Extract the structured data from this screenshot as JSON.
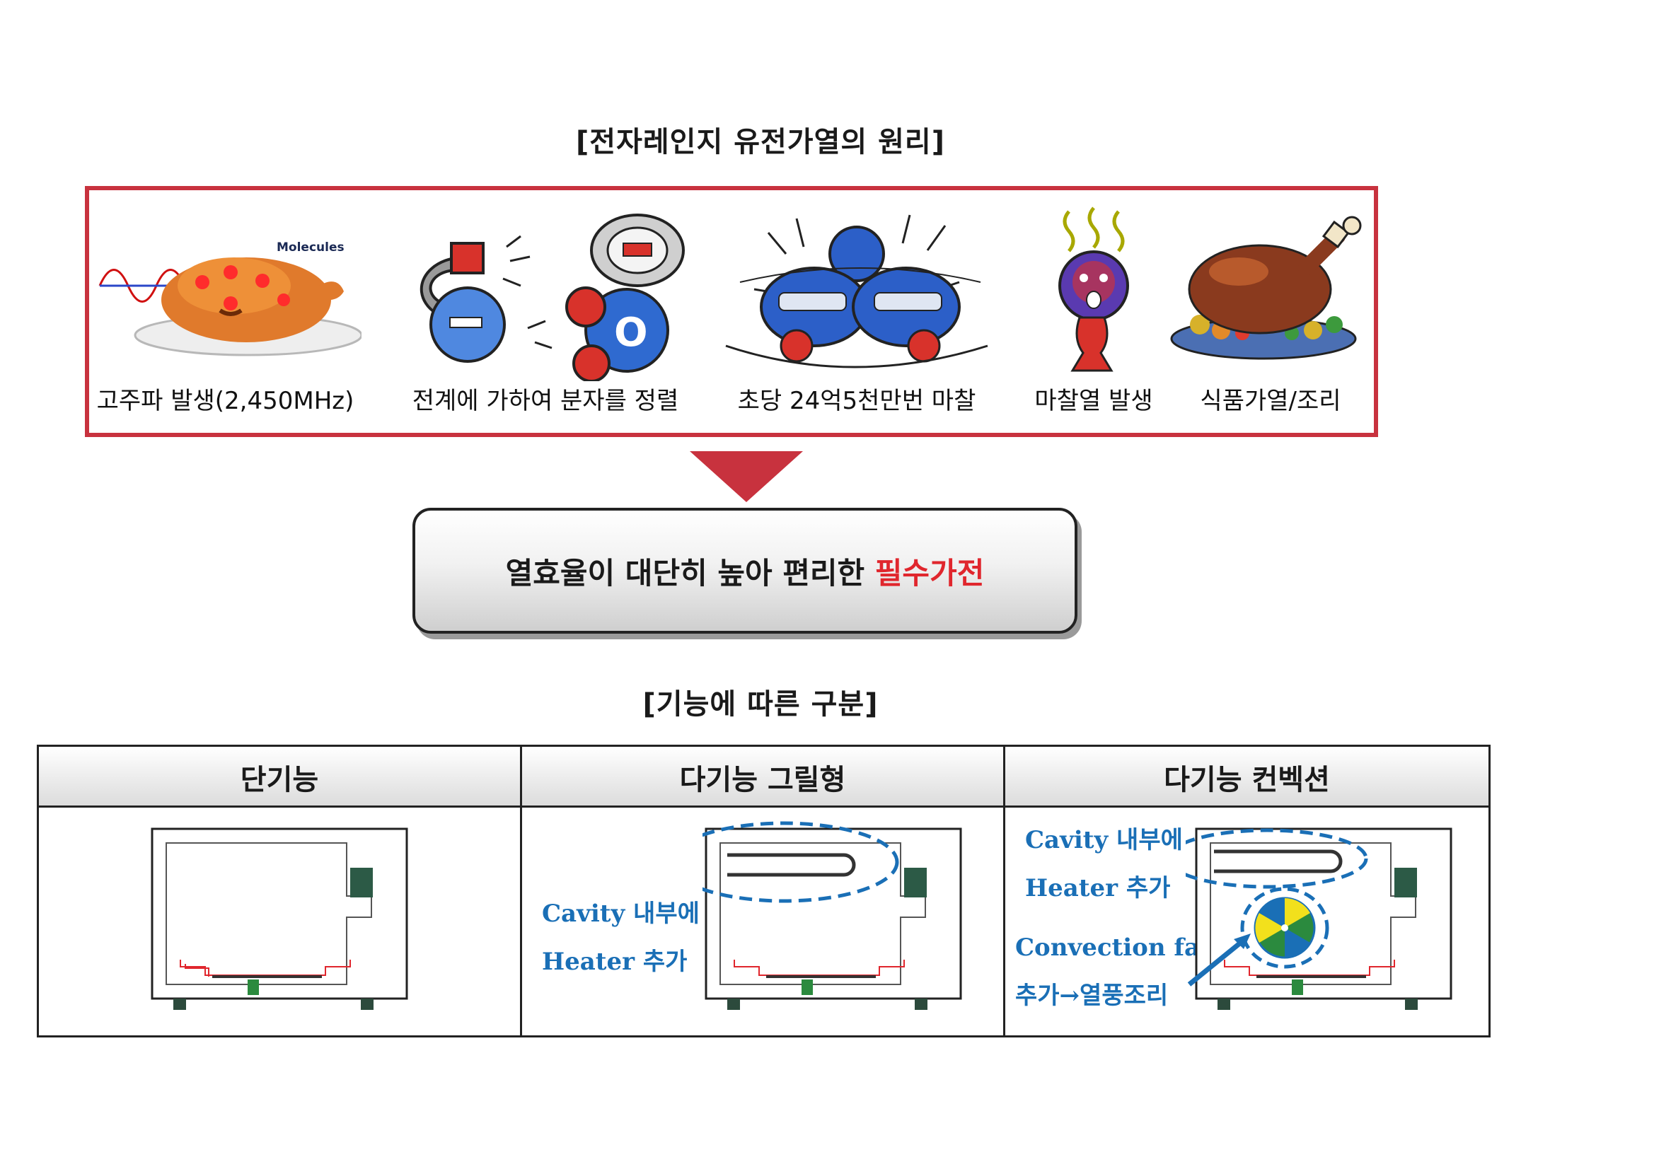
{
  "title_principle": "[전자레인지 유전가열의 원리]",
  "principle_steps": [
    {
      "label": "고주파 발생(2,450MHz)",
      "image_text": "Molecules"
    },
    {
      "label": "전계에 가하여 분자를 정렬"
    },
    {
      "label": "초당 24억5천만번 마찰"
    },
    {
      "label": "마찰열 발생"
    },
    {
      "label": "식품가열/조리"
    }
  ],
  "result": {
    "text": "열효율이 대단히 높아 편리한 ",
    "highlight": "필수가전"
  },
  "title_function": "[기능에 따른 구분]",
  "table": {
    "headers": [
      "단기능",
      "다기능 그릴형",
      "다기능 컨벡션"
    ],
    "grill_note": [
      "Cavity 내부에",
      "Heater 추가"
    ],
    "convection_note": [
      "Cavity 내부에",
      "Heater 추가",
      "Convection fan",
      "추가→열풍조리"
    ]
  },
  "colors": {
    "frame_red": "#c8323e",
    "highlight_red": "#e0262d",
    "note_blue": "#1a6fb6"
  }
}
